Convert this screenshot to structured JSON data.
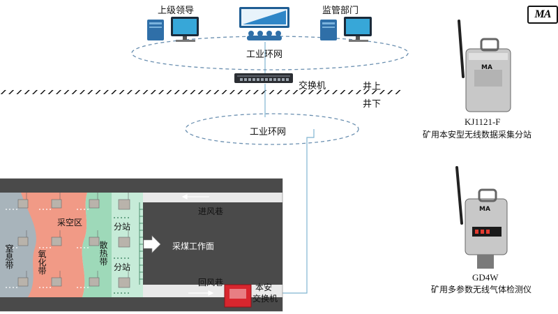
{
  "labels": {
    "leader": "上级领导",
    "supervisor": "监管部门",
    "ring_net_top": "工业环网",
    "switch": "交换机",
    "above_ground": "井上",
    "below_ground": "井下",
    "ring_net_bottom": "工业环网",
    "intake_airway": "进风巷",
    "return_airway": "回风巷",
    "coal_face": "采煤工作面",
    "goaf": "采空区",
    "substation_upper": "分站",
    "substation_lower": "分站",
    "suffocation_zone": "窒息带",
    "oxidation_zone": "氧化带",
    "heat_dissipation_zone": "散热带",
    "safe_switch_line1": "本安",
    "safe_switch_line2": "交换机"
  },
  "logo": {
    "text": "MA"
  },
  "devices": [
    {
      "model": "KJ1121-F",
      "description": "矿用本安型无线数据采集分站",
      "device_label": "MA"
    },
    {
      "model": "GD4W",
      "description": "矿用多参数无线气体检测仪",
      "device_label": "MA"
    }
  ],
  "colors": {
    "goaf_salmon": "#f19a86",
    "grey_zone": "#a8b4bb",
    "green_zone": "#9ed9b9",
    "mint_zone": "#c6ebd8",
    "roadway": "#4a4a4a",
    "network_line": "#7fb4d1",
    "red_device": "#d8262e"
  }
}
